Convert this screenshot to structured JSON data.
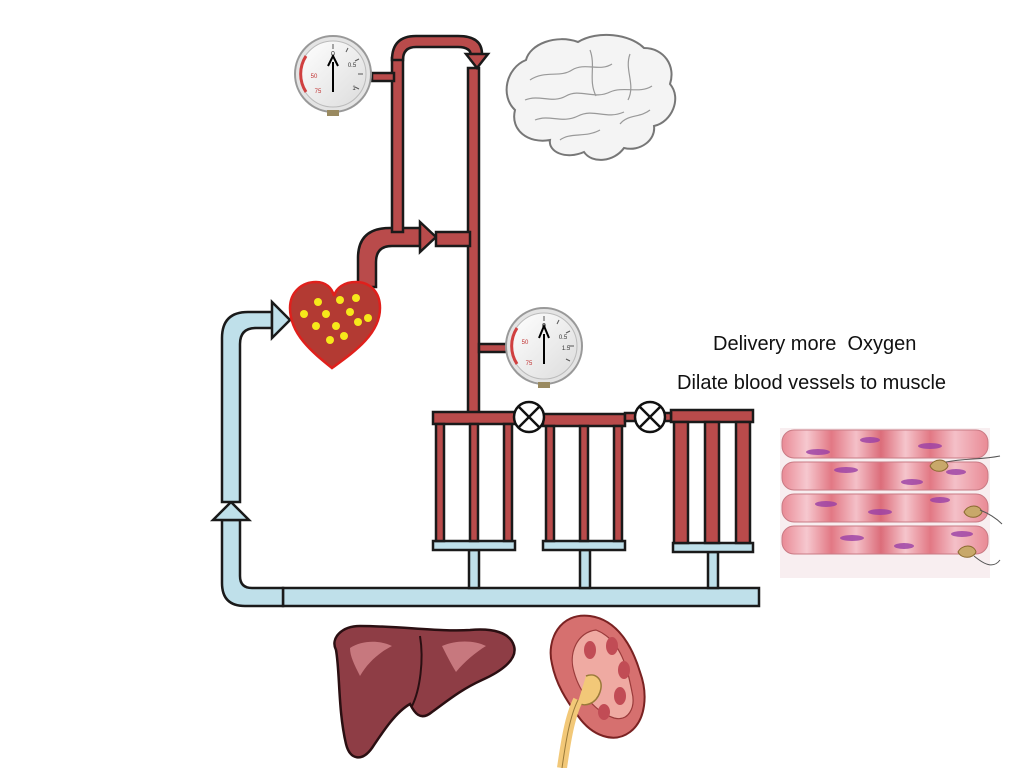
{
  "captions": {
    "line1": "Delivery more  Oxygen",
    "line2": "Dilate blood vessels to muscle"
  },
  "gauges": {
    "top": {
      "ticks": [
        "0",
        "0.5",
        "1",
        "50",
        "75"
      ]
    },
    "middle": {
      "ticks": [
        "0",
        "0.5",
        "1.5",
        "50",
        "75"
      ]
    }
  },
  "colors": {
    "arterial": "#b94b4b",
    "venous": "#bfe0ea",
    "outline": "#1a1a1a",
    "heart": "#b33a33",
    "heart_outline": "#e0201c",
    "oxygen_dots": "#f6e81a",
    "liver": "#8e3d45",
    "kidney": "#d6706f",
    "muscle": "#e7848f"
  },
  "icons": {
    "gauges": "pressure-gauge-icon",
    "valves": "valve-icon",
    "organs": [
      "brain-icon",
      "heart-icon",
      "liver-icon",
      "kidney-icon",
      "muscle-fibers-icon"
    ]
  }
}
